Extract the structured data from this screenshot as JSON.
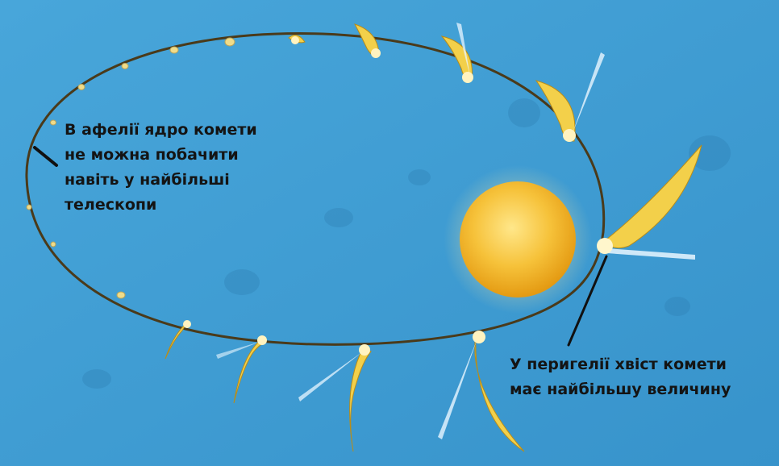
{
  "labels": {
    "aphelion": [
      "В афелії ядро комети",
      "не можна побачити",
      "навіть у найбільші",
      "телескопи"
    ],
    "perihelion": [
      "У перигелії хвіст комети",
      "має найбільшу величину"
    ]
  },
  "colors": {
    "sky": "#3f9fd3",
    "orbit": "#4a3a1a",
    "sun": "#f2b928",
    "comet_tail": "#f3d04a",
    "ion_tail": "#e8f6ff",
    "text": "#141414"
  }
}
